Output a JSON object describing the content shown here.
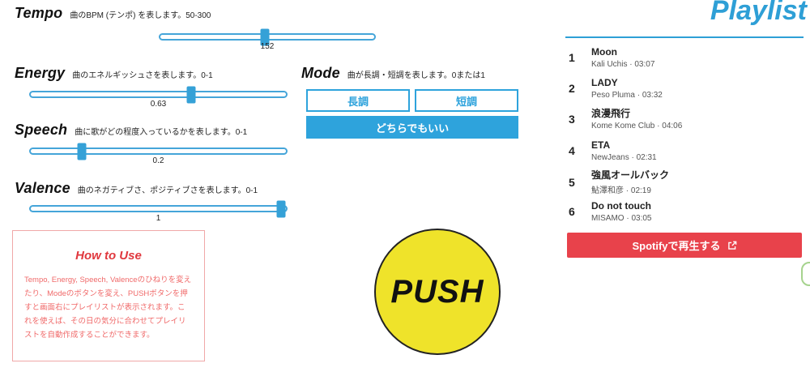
{
  "colors": {
    "accent_blue": "#2ea3dc",
    "slider_blue": "#45a5d9",
    "playlist_blue": "#2e9fd6",
    "spotify_red": "#e8424b",
    "push_yellow": "#efe32a",
    "howto_red": "#e0383e"
  },
  "sliders": [
    {
      "name": "Tempo",
      "description": "曲のBPM (テンポ) を表します。50-300",
      "value": "152",
      "position_pct": 49
    },
    {
      "name": "Energy",
      "description": "曲のエネルギッシュさを表します。0-1",
      "value": "0.63",
      "position_pct": 63
    },
    {
      "name": "Speech",
      "description": "曲に歌がどの程度入っているかを表します。0-1",
      "value": "0.2",
      "position_pct": 20
    },
    {
      "name": "Valence",
      "description": "曲のネガティブさ、ポジティブさを表します。0-1",
      "value": "1",
      "position_pct": 98
    }
  ],
  "mode": {
    "name": "Mode",
    "description": "曲が長調・短調を表します。0または1",
    "major_label": "長調",
    "minor_label": "短調",
    "either_label": "どちらでもいい"
  },
  "how_to_use": {
    "title": "How to Use",
    "body": "Tempo, Energy, Speech, Valenceのひねりを変えたり、Modeのボタンを変え、PUSHボタンを押すと画面右にプレイリストが表示されます。これを使えば、その日の気分に合わせてプレイリストを自動作成することができます。"
  },
  "push_button": {
    "label": "PUSH"
  },
  "playlist": {
    "title": "Playlist",
    "separator": " · ",
    "items": [
      {
        "number": "1",
        "title": "Moon",
        "artist": "Kali Uchis",
        "duration": "03:07"
      },
      {
        "number": "2",
        "title": "LADY",
        "artist": "Peso Pluma",
        "duration": "03:32"
      },
      {
        "number": "3",
        "title": "浪漫飛行",
        "artist": "Kome Kome Club",
        "duration": "04:06"
      },
      {
        "number": "4",
        "title": "ETA",
        "artist": "NewJeans",
        "duration": "02:31"
      },
      {
        "number": "5",
        "title": "強風オールバック",
        "artist": "鮎澤和彦",
        "duration": "02:19"
      },
      {
        "number": "6",
        "title": "Do not touch",
        "artist": "MISAMO",
        "duration": "03:05"
      }
    ],
    "spotify_button_label": "Spotifyで再生する"
  }
}
